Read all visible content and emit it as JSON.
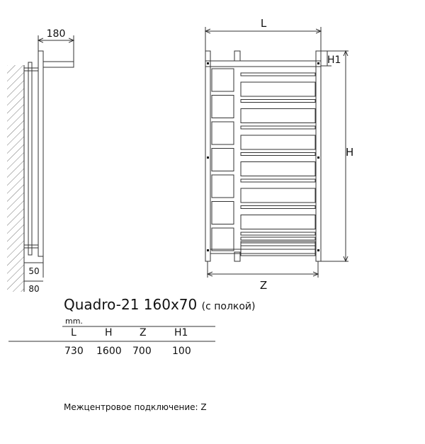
{
  "side_view": {
    "depth_label": "180",
    "offset_small_label": "50",
    "offset_large_label": "80"
  },
  "front_view": {
    "width_label": "L",
    "height_label": "H",
    "top_offset_label": "H1",
    "connection_label": "Z"
  },
  "product": {
    "model": "Quadro-21 160x70",
    "variant": "(с полкой)"
  },
  "specs": {
    "units": "mm.",
    "headers": [
      "L",
      "H",
      "Z",
      "H1"
    ],
    "values": [
      "730",
      "1600",
      "700",
      "100"
    ]
  },
  "footnote": "Межцентровое подключение: Z",
  "colors": {
    "line": "#333333",
    "hatch": "#777777"
  }
}
